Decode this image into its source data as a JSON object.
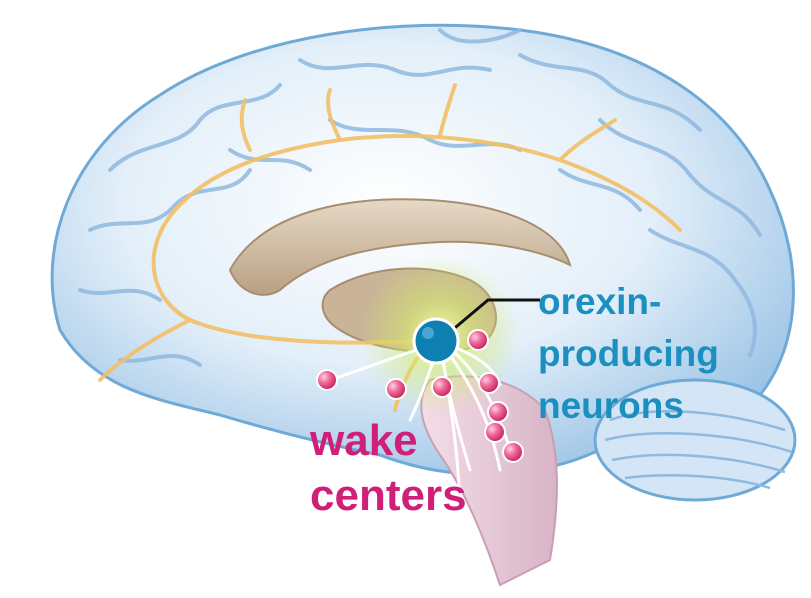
{
  "labels": {
    "orexin_lines": [
      "orexin-",
      "producing",
      "neurons"
    ],
    "wake_lines": [
      "wake",
      "centers"
    ]
  },
  "colors": {
    "orexin_label": "#1b8fbf",
    "orexin_neuron": "#0e7fb0",
    "wake_label": "#cf1f78",
    "wake_center": "#e0457a",
    "pathway": "#f2c066",
    "brain_outline": "#6fa9d6",
    "brain_fill": "#cfe4f6"
  },
  "icons": {
    "orexin_neuron": "blue-circle",
    "wake_center": "pink-sphere"
  },
  "wake_center_count": 8
}
